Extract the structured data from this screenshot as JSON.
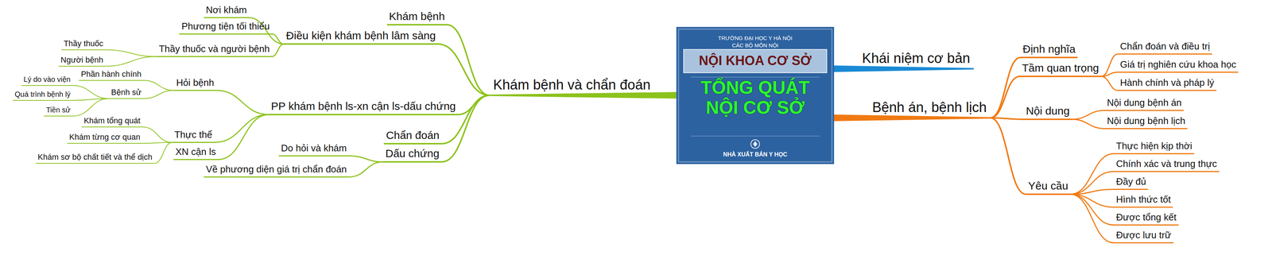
{
  "diagram": {
    "nodes": [
      {
        "text": [
          "TỔNG QUÁT NỘI CƠ SỞ"
        ]
      },
      {
        "text": [
          "Khái niệm cơ bản"
        ]
      },
      {
        "text": [
          "Bệnh án, bệnh lịch"
        ]
      },
      {
        "text": [
          "Định nghĩa"
        ]
      },
      {
        "text": [
          "Tầm quan trọng"
        ]
      },
      {
        "text": [
          "Chẩn đoán và điều trị"
        ]
      },
      {
        "text": [
          "Giá trị nghiên cứu khoa học"
        ]
      },
      {
        "text": [
          "Hành chính và pháp lý"
        ]
      },
      {
        "text": [
          "Nội dung"
        ]
      },
      {
        "text": [
          "Nội dung bệnh án"
        ]
      },
      {
        "text": [
          "Nội dung bệnh lịch"
        ]
      },
      {
        "text": [
          "Yêu cầu"
        ]
      },
      {
        "text": [
          "Thực hiện kịp thời"
        ]
      },
      {
        "text": [
          "Chính xác và trung thực"
        ]
      },
      {
        "text": [
          "Đầy đủ"
        ]
      },
      {
        "text": [
          "Hình thức tốt"
        ]
      },
      {
        "text": [
          "Được tổng kết"
        ]
      },
      {
        "text": [
          "Được lưu trữ"
        ]
      },
      {
        "text": [
          "Khám bệnh và chẩn đoán"
        ]
      },
      {
        "text": [
          "Khám bệnh"
        ]
      },
      {
        "text": [
          "Điều kiện khám bệnh lâm sàng"
        ]
      },
      {
        "text": [
          "Nơi khám"
        ]
      },
      {
        "text": [
          "Phương tiện tối thiểu"
        ]
      },
      {
        "text": [
          "Thầy thuốc và người bệnh"
        ]
      },
      {
        "text": [
          "Thầy thuốc"
        ]
      },
      {
        "text": [
          "Người bệnh"
        ]
      },
      {
        "text": [
          "PP khám bệnh ls-xn cận ls-dấu chứng"
        ]
      },
      {
        "text": [
          "Hỏi bệnh"
        ]
      },
      {
        "text": [
          "Phần hành chính"
        ]
      },
      {
        "text": [
          "Bệnh sử"
        ]
      },
      {
        "text": [
          "Lý do vào viện"
        ]
      },
      {
        "text": [
          "Quá trình bệnh lý"
        ]
      },
      {
        "text": [
          "Tiền sử"
        ]
      },
      {
        "text": [
          "Thực thể"
        ]
      },
      {
        "text": [
          "Khám tổng quát"
        ]
      },
      {
        "text": [
          "Khám từng cơ quan"
        ]
      },
      {
        "text": [
          "Khám sơ bộ chất tiết và thể dịch"
        ]
      },
      {
        "text": [
          "XN cận ls"
        ]
      },
      {
        "text": [
          "Chẩn đoán"
        ]
      },
      {
        "text": [
          "Dấu chứng"
        ]
      },
      {
        "text": [
          "Do hỏi và khám"
        ]
      },
      {
        "text": [
          "Về phương diện giá trị chẩn đoán"
        ]
      }
    ],
    "edges": [
      {
        "from": 0,
        "to": 1,
        "arrow": "none"
      },
      {
        "from": 0,
        "to": 2,
        "arrow": "none"
      },
      {
        "from": 2,
        "to": 3,
        "arrow": "none"
      },
      {
        "from": 2,
        "to": 4,
        "arrow": "none"
      },
      {
        "from": 4,
        "to": 5,
        "arrow": "none"
      },
      {
        "from": 4,
        "to": 6,
        "arrow": "none"
      },
      {
        "from": 4,
        "to": 7,
        "arrow": "none"
      },
      {
        "from": 2,
        "to": 8,
        "arrow": "none"
      },
      {
        "from": 8,
        "to": 9,
        "arrow": "none"
      },
      {
        "from": 8,
        "to": 10,
        "arrow": "none"
      },
      {
        "from": 2,
        "to": 11,
        "arrow": "none"
      },
      {
        "from": 11,
        "to": 12,
        "arrow": "none"
      },
      {
        "from": 11,
        "to": 13,
        "arrow": "none"
      },
      {
        "from": 11,
        "to": 14,
        "arrow": "none"
      },
      {
        "from": 11,
        "to": 15,
        "arrow": "none"
      },
      {
        "from": 11,
        "to": 16,
        "arrow": "none"
      },
      {
        "from": 11,
        "to": 17,
        "arrow": "none"
      },
      {
        "from": 0,
        "to": 18,
        "arrow": "none"
      },
      {
        "from": 18,
        "to": 19,
        "arrow": "none"
      },
      {
        "from": 18,
        "to": 20,
        "arrow": "none"
      },
      {
        "from": 20,
        "to": 21,
        "arrow": "none"
      },
      {
        "from": 20,
        "to": 22,
        "arrow": "none"
      },
      {
        "from": 20,
        "to": 23,
        "arrow": "none"
      },
      {
        "from": 23,
        "to": 24,
        "arrow": "none"
      },
      {
        "from": 23,
        "to": 25,
        "arrow": "none"
      },
      {
        "from": 18,
        "to": 26,
        "arrow": "none"
      },
      {
        "from": 26,
        "to": 27,
        "arrow": "none"
      },
      {
        "from": 27,
        "to": 28,
        "arrow": "none"
      },
      {
        "from": 27,
        "to": 29,
        "arrow": "none"
      },
      {
        "from": 29,
        "to": 30,
        "arrow": "none"
      },
      {
        "from": 29,
        "to": 31,
        "arrow": "none"
      },
      {
        "from": 29,
        "to": 32,
        "arrow": "none"
      },
      {
        "from": 26,
        "to": 33,
        "arrow": "none"
      },
      {
        "from": 33,
        "to": 34,
        "arrow": "none"
      },
      {
        "from": 33,
        "to": 35,
        "arrow": "none"
      },
      {
        "from": 33,
        "to": 36,
        "arrow": "none"
      },
      {
        "from": 26,
        "to": 37,
        "arrow": "none"
      },
      {
        "from": 18,
        "to": 38,
        "arrow": "none"
      },
      {
        "from": 18,
        "to": 39,
        "arrow": "none"
      },
      {
        "from": 39,
        "to": 40,
        "arrow": "none"
      },
      {
        "from": 39,
        "to": 41,
        "arrow": "none"
      }
    ],
    "labels": [
      "TRƯỜNG ĐẠI HỌC Y HÀ NỘI",
      "CÁC BỘ MÔN NỘI",
      "NỘI KHOA CƠ SỞ",
      "NHÀ XUẤT BẢN Y HỌC"
    ]
  }
}
